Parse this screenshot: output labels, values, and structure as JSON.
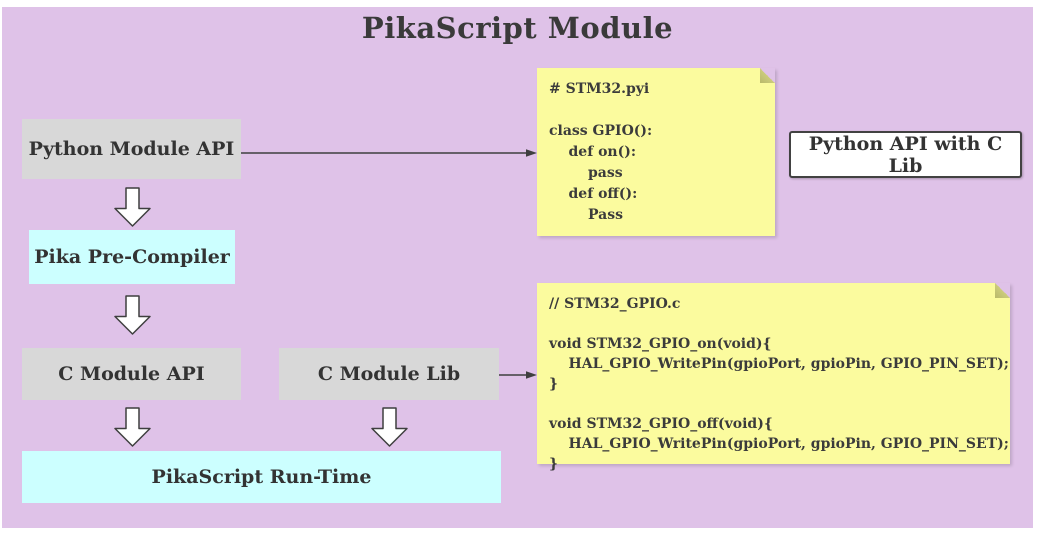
{
  "title": "PikaScript Module",
  "boxes": {
    "python_module_api": {
      "label": "Python Module API"
    },
    "pika_pre_compiler": {
      "label": "Pika Pre-Compiler"
    },
    "c_module_api": {
      "label": "C Module API"
    },
    "c_module_lib": {
      "label": "C Module Lib"
    },
    "pikascript_runtime": {
      "label": "PikaScript Run-Time"
    },
    "python_api_with_c_lib": {
      "label": "Python API with C Lib"
    }
  },
  "notes": {
    "pyi": {
      "filename": "STM32.pyi",
      "code": "# STM32.pyi\n\nclass GPIO():\n    def on():\n        pass\n    def off():\n        Pass"
    },
    "c": {
      "filename": "STM32_GPIO.c",
      "code": "// STM32_GPIO.c\n\nvoid STM32_GPIO_on(void){\n    HAL_GPIO_WritePin(gpioPort, gpioPin, GPIO_PIN_SET);\n}\n\nvoid STM32_GPIO_off(void){\n    HAL_GPIO_WritePin(gpioPort, gpioPin, GPIO_PIN_SET);\n}"
    }
  },
  "colors": {
    "canvas_background": "#dfc2e8",
    "gray_box": "#d8d8d8",
    "cyan_box": "#ccffff",
    "note_yellow": "#fbfb9e",
    "note_fold": "#cccc7c",
    "stroke": "#3f3f3f",
    "text": "#333333"
  }
}
